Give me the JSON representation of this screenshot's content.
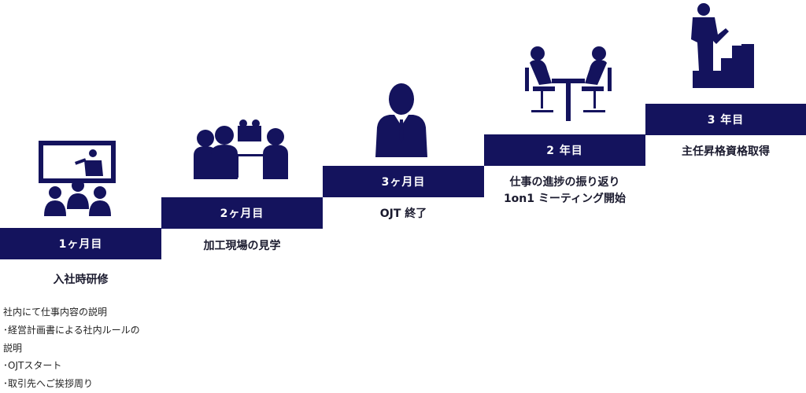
{
  "steps": [
    {
      "label": "1ヶ月目",
      "title": [
        "入社時研修"
      ],
      "icon": "training-presentation-icon"
    },
    {
      "label": "2ヶ月目",
      "title": [
        "加工現場の見学"
      ],
      "icon": "factory-tour-group-icon"
    },
    {
      "label": "3ヶ月目",
      "title": [
        "OJT 終了"
      ],
      "icon": "businessman-icon"
    },
    {
      "label": "2 年目",
      "title": [
        "仕事の進捗の振り返り",
        "1on1 ミーティング開始"
      ],
      "icon": "one-on-one-meeting-icon"
    },
    {
      "label": "3 年目",
      "title": [
        "主任昇格資格取得"
      ],
      "icon": "climbing-stairs-icon"
    }
  ],
  "notes": [
    "社内にて仕事内容の説明",
    "･経営計画書による社内ルールの",
    "説明",
    "･OJTスタート",
    "･取引先へご挨拶周り"
  ],
  "colors": {
    "accent": "#14135d",
    "background": "#ffffff"
  }
}
